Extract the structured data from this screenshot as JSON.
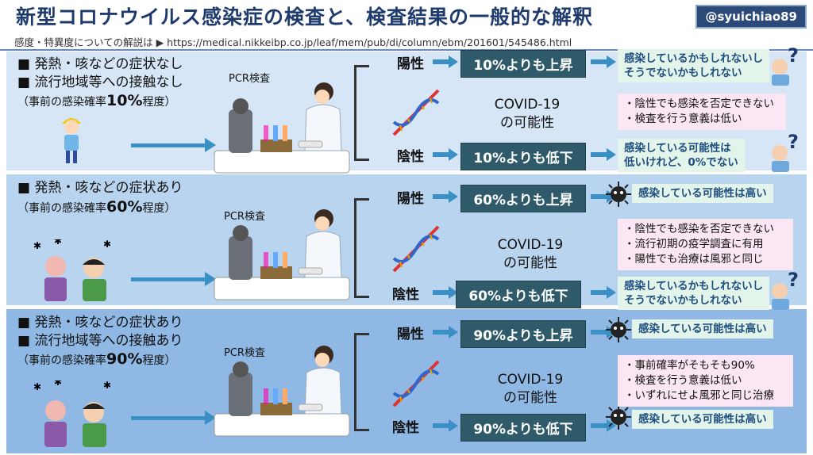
{
  "header": {
    "title": "新型コロナウイルス感染症の検査と、検査結果の一般的な解釈",
    "handle": "@syuichiao89",
    "reference": "感度・特異度についての解説は ▶ https://medical.nikkeibp.co.jp/leaf/mem/pub/di/column/ebm/201601/545486.html"
  },
  "colors": {
    "band1": "#d6e6f6",
    "band2": "#b8d4ef",
    "band3": "#8fb9e4",
    "result_box": "#2f5a6a",
    "outcome_box": "#e3f5ea",
    "note_box": "#fbe6f3",
    "arrow": "#3a8fc4"
  },
  "pcr_label": "PCR検査",
  "covid_label": [
    "COVID-19",
    "の可能性"
  ],
  "positive": "陽性",
  "negative": "陰性",
  "scenarios": [
    {
      "conditions": [
        "■ 発熱・咳などの症状なし",
        "■ 流行地域等への接触なし"
      ],
      "prior_pre": "（事前の感染確率",
      "prior_value": "10%",
      "prior_post": "程度）",
      "pos_result": "10%よりも上昇",
      "neg_result": "10%よりも低下",
      "pos_outcome": [
        "感染しているかもしれないし",
        "そうでないかもしれない"
      ],
      "neg_outcome": [
        "感染している可能性は",
        "低いけれど、0%でない"
      ],
      "notes": [
        "・陰性でも感染を否定できない",
        "・検査を行う意義は低い"
      ]
    },
    {
      "conditions": [
        "■ 発熱・咳などの症状あり"
      ],
      "prior_pre": "（事前の感染確率",
      "prior_value": "60%",
      "prior_post": "程度）",
      "pos_result": "60%よりも上昇",
      "neg_result": "60%よりも低下",
      "pos_outcome": [
        "感染している可能性は高い"
      ],
      "neg_outcome": [
        "感染しているかもしれないし",
        "そうでないかもしれない"
      ],
      "notes": [
        "・陰性でも感染を否定できない",
        "・流行初期の疫学調査に有用",
        "・陽性でも治療は風邪と同じ"
      ]
    },
    {
      "conditions": [
        "■ 発熱・咳などの症状あり",
        "■ 流行地域等への接触あり"
      ],
      "prior_pre": "（事前の感染確率",
      "prior_value": "90%",
      "prior_post": "程度）",
      "pos_result": "90%よりも上昇",
      "neg_result": "90%よりも低下",
      "pos_outcome": [
        "感染している可能性は高い"
      ],
      "neg_outcome": [
        "感染している可能性は高い"
      ],
      "notes": [
        "・事前確率がそもそも90%",
        "・検査を行う意義は低い",
        "・いずれにせよ風邪と同じ治療"
      ]
    }
  ]
}
